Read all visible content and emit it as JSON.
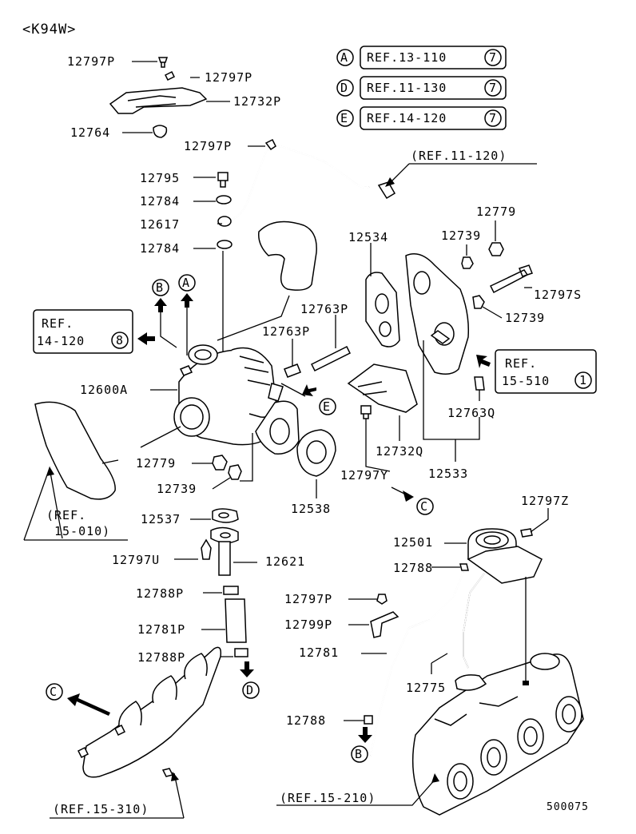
{
  "diagram": {
    "model_code": "<K94W>",
    "drawing_number": "500075",
    "part_labels": {
      "p12797P_a": "12797P",
      "p12797P_b": "12797P",
      "p12732P": "12732P",
      "p12764": "12764",
      "p12797P_c": "12797P",
      "p12795": "12795",
      "p12784_a": "12784",
      "p12617": "12617",
      "p12784_b": "12784",
      "p12534": "12534",
      "p12779_a": "12779",
      "p12739_a": "12739",
      "p12797S": "12797S",
      "p12739_b": "12739",
      "p12763P_a": "12763P",
      "p12763P_b": "12763P",
      "p12600A": "12600A",
      "p12763Q": "12763Q",
      "p12732Q": "12732Q",
      "p12533": "12533",
      "p12779_b": "12779",
      "p12739_c": "12739",
      "p12797Y": "12797Y",
      "p12538": "12538",
      "p12537": "12537",
      "p12797U": "12797U",
      "p12621": "12621",
      "p12788P_a": "12788P",
      "p12781P": "12781P",
      "p12788P_b": "12788P",
      "p12797Z": "12797Z",
      "p12501": "12501",
      "p12788_a": "12788",
      "p12797P_d": "12797P",
      "p12799P": "12799P",
      "p12781": "12781",
      "p12775": "12775",
      "p12788_b": "12788"
    },
    "ref_boxes": [
      {
        "letter": "A",
        "text": "REF.13-110",
        "sheet": "7"
      },
      {
        "letter": "D",
        "text": "REF.11-130",
        "sheet": "7"
      },
      {
        "letter": "E",
        "text": "REF.14-120",
        "sheet": "7"
      }
    ],
    "ref_14_120": {
      "line1": "REF.",
      "line2": "14-120",
      "sheet": "8"
    },
    "ref_15_510": {
      "line1": "REF.",
      "line2": "15-510",
      "sheet": "1"
    },
    "ref_notes": {
      "r11_120": "(REF.11-120)",
      "r15_010_line1": "(REF.",
      "r15_010_line2": "15-010)",
      "r15_310": "(REF.15-310)",
      "r15_210": "(REF.15-210)"
    },
    "callout_letters": {
      "B_top": "B",
      "A_top": "A",
      "E_mid": "E",
      "C_mid": "C",
      "D_low": "D",
      "C_low": "C",
      "B_low": "B"
    }
  }
}
